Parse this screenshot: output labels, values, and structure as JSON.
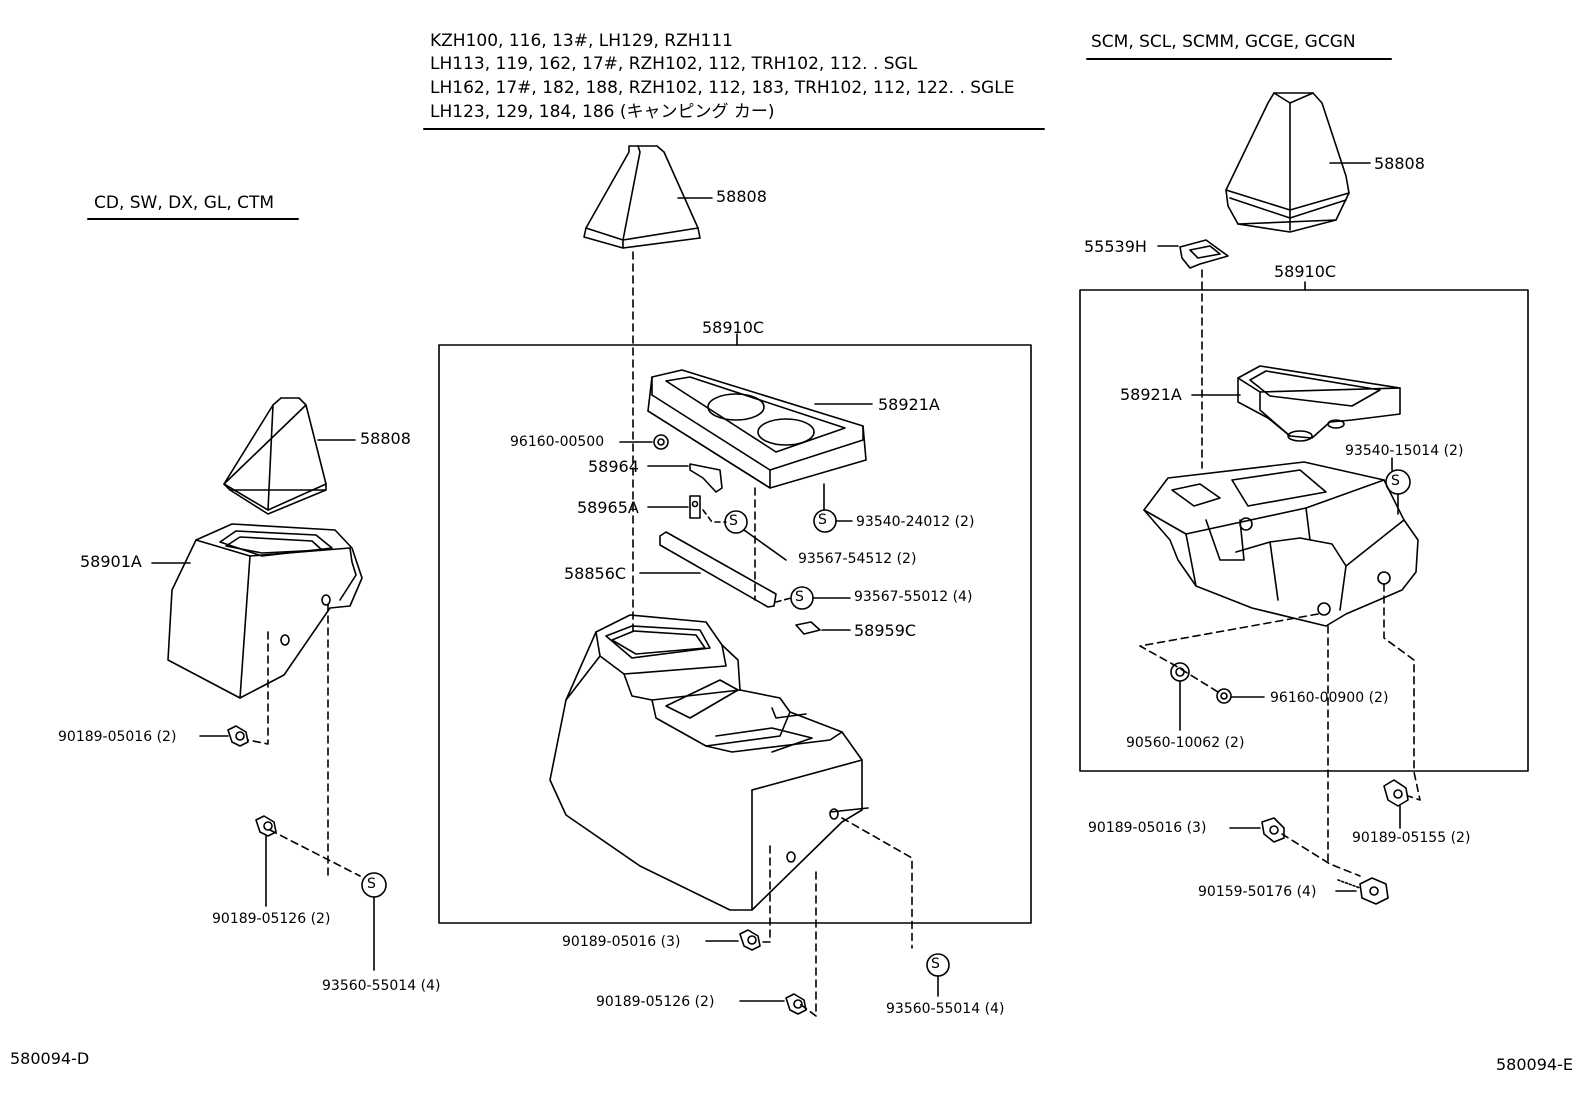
{
  "header": {
    "left_models": "CD, SW, DX, GL, CTM",
    "center_models": [
      "KZH100, 116, 13#, LH129, RZH111",
      "LH113, 119, 162, 17#, RZH102, 112, TRH102, 112. . SGL",
      "LH162, 17#, 182, 188, RZH102, 112, 183, TRH102, 112, 122. . SGLE",
      "LH123, 129, 184, 186 (キャンピング カー)"
    ],
    "right_models": "SCM, SCL, SCMM, GCGE, GCGN"
  },
  "left": {
    "boot": "58808",
    "console": "58901A",
    "screw_a": "90189-05016 (2)",
    "screw_b": "90189-05126 (2)",
    "s_nut": "93560-55014 (4)"
  },
  "center": {
    "boot": "58808",
    "assembly": "58910C",
    "tray": "58921A",
    "clip": "96160-00500",
    "bracket": "58964",
    "clip2": "58965A",
    "s_nut1": "93540-24012 (2)",
    "s_nut2": "93567-54512 (2)",
    "plate": "58856C",
    "s_nut3": "93567-55012 (4)",
    "pad": "58959C",
    "screw_a": "90189-05016 (3)",
    "screw_b": "90189-05126 (2)",
    "s_nut4": "93560-55014 (4)"
  },
  "right": {
    "boot": "58808",
    "cover": "55539H",
    "assembly": "58910C",
    "tray": "58921A",
    "s_nut": "93540-15014 (2)",
    "clip": "96160-00900 (2)",
    "nut": "90560-10062 (2)",
    "screw_a": "90189-05016 (3)",
    "screw_b": "90189-05155 (2)",
    "screw_c": "90159-50176 (4)"
  },
  "footer": {
    "left_code": "580094-D",
    "right_code": "580094-E"
  }
}
